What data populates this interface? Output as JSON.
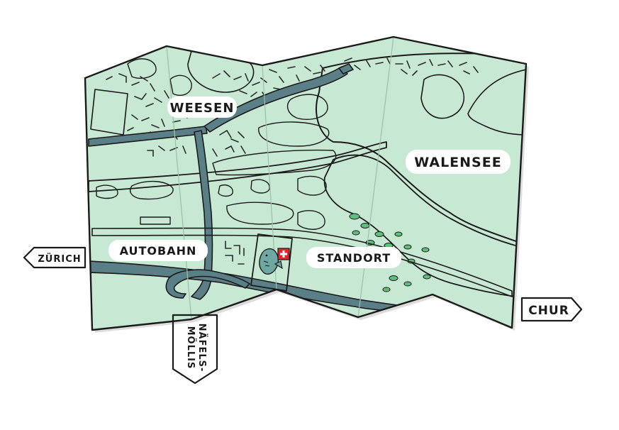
{
  "map": {
    "labels": {
      "weesen": "WEESEN",
      "walensee": "WALENSEE",
      "autobahn": "AUTOBAHN",
      "standort": "STANDORT"
    },
    "signs": {
      "zurich": "ZÜRICH",
      "chur": "CHUR",
      "naefels_line1": "NÄFELS-",
      "naefels_line2": "MÖLLIS"
    },
    "colors": {
      "land": "#c7e8d3",
      "forest": "#5cbf7a",
      "lake": "#d7f1f7",
      "road": "#5b7f86",
      "paper_edge": "#1a1a1a",
      "flag_red": "#e0262c"
    },
    "icons": {
      "location": "fish-icon",
      "flag": "swiss-flag-icon"
    }
  }
}
